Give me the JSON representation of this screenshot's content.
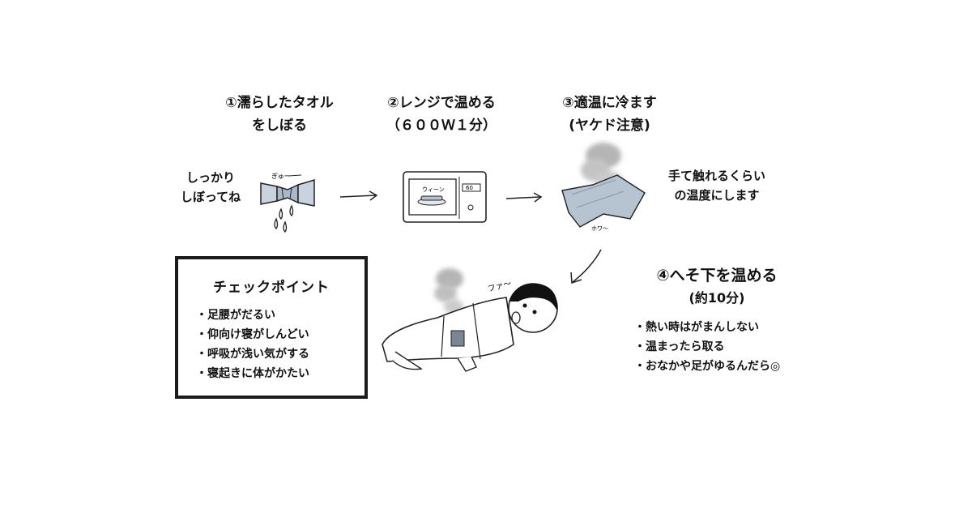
{
  "steps": [
    {
      "title_line1": "①濡らしたタオル",
      "title_line2": "をしぼる",
      "note_line1": "しっかり",
      "note_line2": "しぼってね",
      "sfx": "ぎゅー"
    },
    {
      "title_line1": "②レンジで温める",
      "title_line2": "（６００Ｗ１分）",
      "sfx": "ウィーン",
      "display": "60"
    },
    {
      "title_line1": "③適温に冷ます",
      "title_line2": "(ヤケド注意)",
      "note_line1": "手て触れるくらい",
      "note_line2": "の温度にします",
      "sfx": "ホワ〜"
    },
    {
      "title_line1": "④へそ下を温める",
      "title_line2": "(約10分)",
      "sfx": "ファ〜"
    }
  ],
  "step4_tips": [
    "熱い時はがまんしない",
    "温まったら取る",
    "おなかや足がゆるんだら◎"
  ],
  "checkpoint": {
    "title": "チェックポイント",
    "items": [
      "足腰がだるい",
      "仰向け寝がしんどい",
      "呼吸が浅い気がする",
      "寝起きに体がかたい"
    ]
  }
}
